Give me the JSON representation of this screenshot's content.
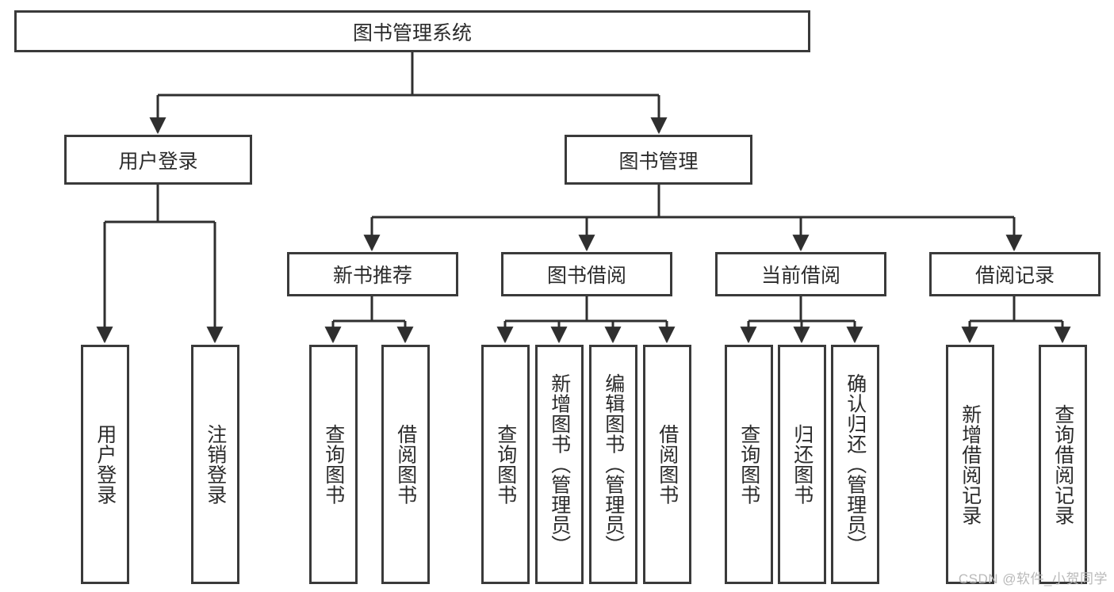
{
  "diagram": {
    "title": "图书管理系统",
    "type": "hierarchy-tree",
    "watermark": "CSDN @软件_小贺同学",
    "colors": {
      "border": "#3a3a3a",
      "text": "#2b2b2b",
      "background": "#ffffff",
      "connector": "#2f2f2f",
      "watermark": "#b9b9b9"
    },
    "root": {
      "label": "图书管理系统"
    },
    "level2": [
      {
        "label": "用户登录"
      },
      {
        "label": "图书管理"
      }
    ],
    "level3": [
      {
        "label": "新书推荐"
      },
      {
        "label": "图书借阅"
      },
      {
        "label": "当前借阅"
      },
      {
        "label": "借阅记录"
      }
    ],
    "leaves": {
      "user_login": [
        {
          "label": "用户登录"
        },
        {
          "label": "注销登录"
        }
      ],
      "new_book_recommend": [
        {
          "label": "查询图书"
        },
        {
          "label": "借阅图书"
        }
      ],
      "book_borrow": [
        {
          "label": "查询图书"
        },
        {
          "label": "新增图书（管理员）"
        },
        {
          "label": "编辑图书（管理员）"
        },
        {
          "label": "借阅图书"
        }
      ],
      "current_borrow": [
        {
          "label": "查询图书"
        },
        {
          "label": "归还图书"
        },
        {
          "label": "确认归还（管理员）"
        }
      ],
      "borrow_record": [
        {
          "label": "新增借阅记录"
        },
        {
          "label": "查询借阅记录"
        }
      ]
    }
  }
}
